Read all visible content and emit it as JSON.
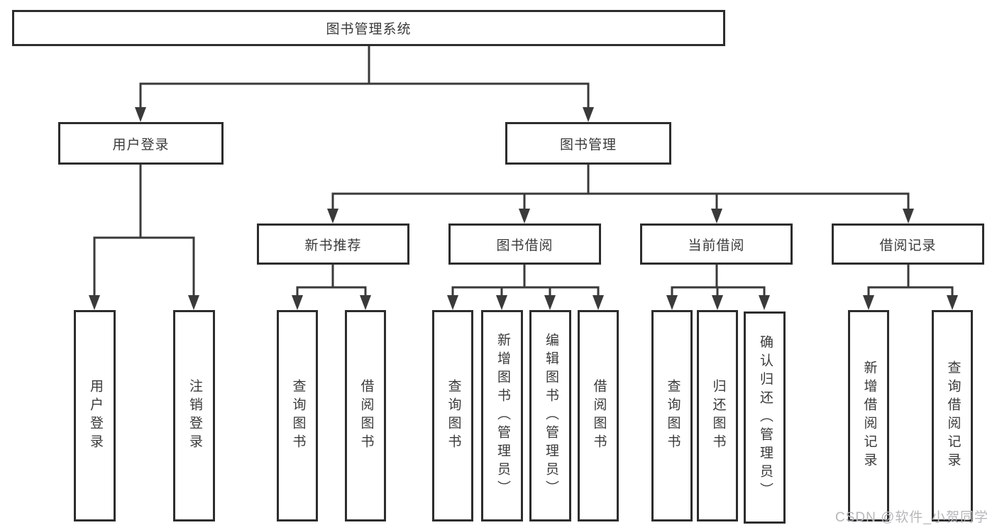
{
  "colors": {
    "background": "#ffffff",
    "line": "#3a3a3a",
    "box_border": "#2d2d2d",
    "box_fill": "#ffffff",
    "text": "#3a3a3a",
    "watermark": "#b7b7bb"
  },
  "watermark": {
    "text": "CSDN @软件_小贺同学"
  },
  "tree": {
    "root": {
      "label": "图书管理系统"
    },
    "branches": [
      {
        "label": "用户登录",
        "children": [
          {
            "label": "用户登录"
          },
          {
            "label": "注销登录"
          }
        ]
      },
      {
        "label": "图书管理",
        "children": [
          {
            "label": "新书推荐",
            "children": [
              {
                "label": "查询图书"
              },
              {
                "label": "借阅图书"
              }
            ]
          },
          {
            "label": "图书借阅",
            "children": [
              {
                "label": "查询图书"
              },
              {
                "label": "新增图书（管理员）"
              },
              {
                "label": "编辑图书（管理员）"
              },
              {
                "label": "借阅图书"
              }
            ]
          },
          {
            "label": "当前借阅",
            "children": [
              {
                "label": "查询图书"
              },
              {
                "label": "归还图书"
              },
              {
                "label": "确认归还（管理员）"
              }
            ]
          },
          {
            "label": "借阅记录",
            "children": [
              {
                "label": "新增借阅记录"
              },
              {
                "label": "查询借阅记录"
              }
            ]
          }
        ]
      }
    ]
  }
}
